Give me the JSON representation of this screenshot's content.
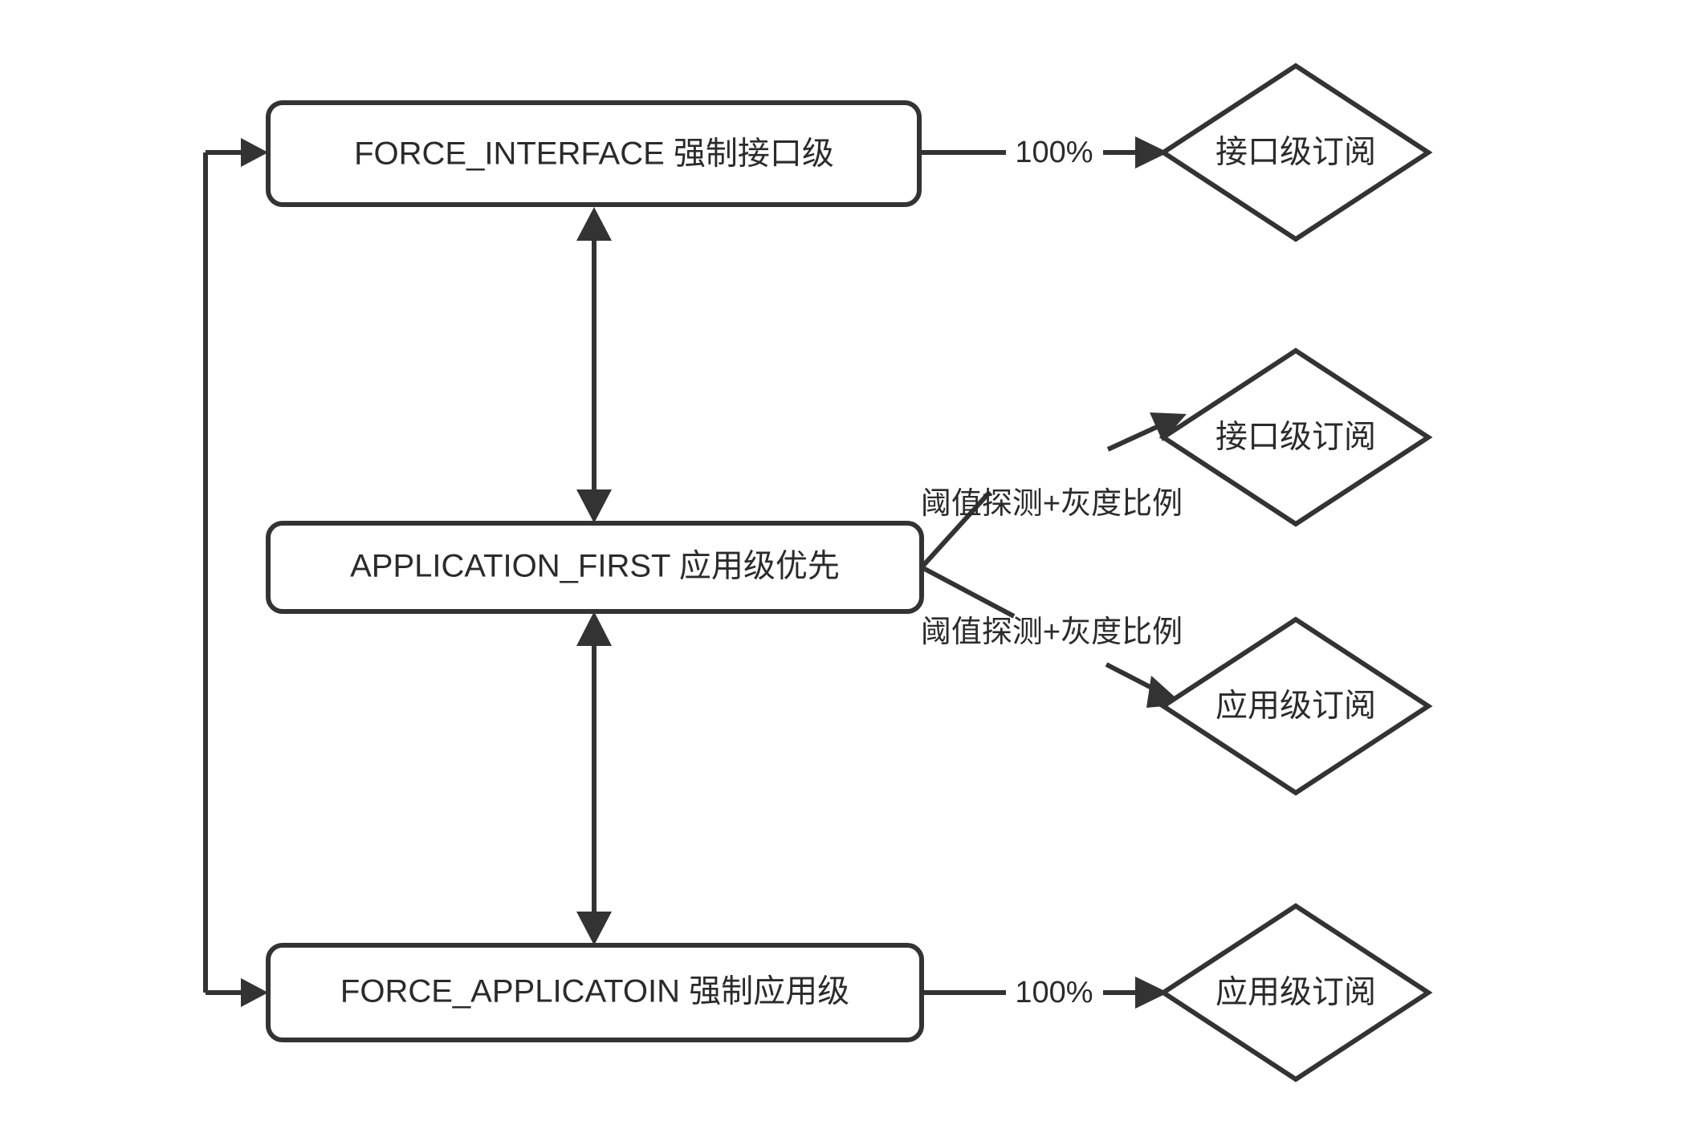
{
  "diagram": {
    "type": "flowchart",
    "title": "",
    "background_color": "#ffffff",
    "stroke_color": "#333333",
    "text_color": "#2b2b2b",
    "nodes": [
      {
        "id": "force_interface",
        "shape": "rounded-rectangle",
        "label": "FORCE_INTERFACE 强制接口级",
        "code": "FORCE_INTERFACE",
        "name_cn": "强制接口级"
      },
      {
        "id": "application_first",
        "shape": "rounded-rectangle",
        "label": "APPLICATION_FIRST 应用级优先",
        "code": "APPLICATION_FIRST",
        "name_cn": "应用级优先"
      },
      {
        "id": "force_application",
        "shape": "rounded-rectangle",
        "label": "FORCE_APPLICATOIN 强制应用级",
        "code": "FORCE_APPLICATOIN",
        "name_cn": "强制应用级"
      },
      {
        "id": "interface_sub_top",
        "shape": "diamond",
        "label": "接口级订阅"
      },
      {
        "id": "interface_sub_mid",
        "shape": "diamond",
        "label": "接口级订阅"
      },
      {
        "id": "application_sub_mid",
        "shape": "diamond",
        "label": "应用级订阅"
      },
      {
        "id": "application_sub_bottom",
        "shape": "diamond",
        "label": "应用级订阅"
      }
    ],
    "edges": [
      {
        "id": "e1",
        "from": "force_interface",
        "to": "interface_sub_top",
        "label": "100%",
        "arrow": "single"
      },
      {
        "id": "e2",
        "from": "application_first",
        "to": "interface_sub_mid",
        "label": "阈值探测+灰度比例",
        "arrow": "single"
      },
      {
        "id": "e3",
        "from": "application_first",
        "to": "application_sub_mid",
        "label": "阈值探测+灰度比例",
        "arrow": "single"
      },
      {
        "id": "e4",
        "from": "force_application",
        "to": "application_sub_bottom",
        "label": "100%",
        "arrow": "single"
      },
      {
        "id": "e5",
        "from": "force_interface",
        "to": "application_first",
        "label": "",
        "arrow": "double"
      },
      {
        "id": "e6",
        "from": "application_first",
        "to": "force_application",
        "label": "",
        "arrow": "double"
      },
      {
        "id": "e7",
        "from": "force_application",
        "to": "force_interface",
        "label": "",
        "arrow": "double-loop"
      }
    ]
  }
}
